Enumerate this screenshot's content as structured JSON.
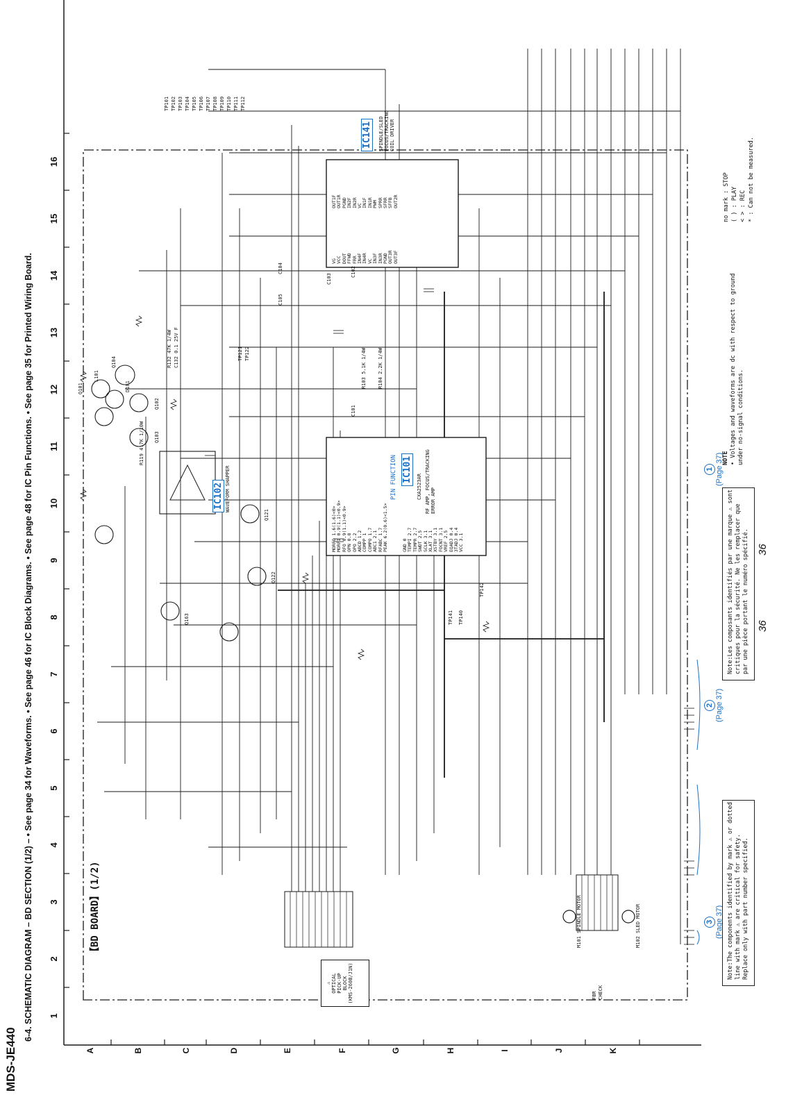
{
  "model": "MDS-JE440",
  "heading": "6-4. SCHEMATIC DIAGRAM – BD SECTION (1/2) – • See page 34 for Waveforms. • See page 46 for IC Block Diagrams. • See page 48 for IC Pin Functions. • See page 35 for Printed Wiring Board.",
  "board_title": "【BD BOARD】(1/2)",
  "row_labels": [
    "A",
    "B",
    "C",
    "D",
    "E",
    "F",
    "G",
    "H",
    "I",
    "J",
    "K"
  ],
  "col_labels": [
    "1",
    "2",
    "3",
    "4",
    "5",
    "6",
    "7",
    "8",
    "9",
    "10",
    "11",
    "12",
    "13",
    "14",
    "15",
    "16"
  ],
  "pickup": {
    "line1": "OPTICAL",
    "line2": "PICK-UP",
    "line3": "BLOCK",
    "line4": "(KMS-260B/J1N)"
  },
  "fbr_check": {
    "line1": "FBR",
    "line2": "CHECK"
  },
  "ic101": {
    "label": "IC101",
    "name": "CXA2523AR",
    "desc": "RF AMP, FOCUS/TRACKING ERROR AMP",
    "pin_function": "PIN FUNCTION",
    "right_pins": [
      {
        "name": "MORFO",
        "val": "1.6(1.6)<0>"
      },
      {
        "name": "MORFI",
        "val": "0.9(1.1)<0.9>"
      },
      {
        "name": "RFO",
        "val": "0.9(1.1)<0.9>"
      },
      {
        "name": "OPN",
        "val": "0.8"
      },
      {
        "name": "OPO",
        "val": "2.2"
      },
      {
        "name": "ABCD",
        "val": "1.2"
      },
      {
        "name": "COMPP",
        "val": "1"
      },
      {
        "name": "COMPO",
        "val": "1.7"
      },
      {
        "name": "ABC1",
        "val": "2.1"
      },
      {
        "name": "RFABC",
        "val": "1.7"
      },
      {
        "name": "PEAK",
        "val": "6.2(0.6)<1.5>"
      }
    ],
    "left_pins": [
      {
        "name": "GND",
        "val": "0"
      },
      {
        "name": "TEMPI",
        "val": "2.7"
      },
      {
        "name": "TEMPR",
        "val": "2.7"
      },
      {
        "name": "SWDT",
        "val": "2.5"
      },
      {
        "name": "SCLK",
        "val": "3.1"
      },
      {
        "name": "XLAT",
        "val": "3.1"
      },
      {
        "name": "XSTBY",
        "val": "3.1"
      },
      {
        "name": "FOCNT",
        "val": "3.1"
      },
      {
        "name": "VREF",
        "val": "2.5"
      },
      {
        "name": "EQADJ",
        "val": "0.4"
      },
      {
        "name": "3TADJ",
        "val": "0.4"
      },
      {
        "name": "VCC",
        "val": "3.1"
      }
    ]
  },
  "ic102": {
    "label": "IC102",
    "desc": "WAVEFORM SHAPPER"
  },
  "ic141": {
    "label": "IC141",
    "desc": "SPINDLE/SLED FOCUS/TRACKING COIL DRIVER",
    "pins_top": [
      "VG",
      "VCC",
      "DOUT",
      "FFWD",
      "FRR",
      "IN4F",
      "IN4R",
      "VC",
      "IN3F",
      "IN3R",
      "PGND",
      "OUT3R",
      "OUT3F"
    ],
    "pins_bottom": [
      "OUT1F",
      "OUT1R",
      "PGND",
      "IN2F",
      "IN2R",
      "VC",
      "IN1F",
      "IN1R",
      "PWM",
      "SPRR",
      "SFRR",
      "SFFB",
      "OUT2R"
    ]
  },
  "transistor_labels": [
    "Q101",
    "Q102",
    "Q103",
    "Q104",
    "Q121",
    "Q122",
    "Q163"
  ],
  "test_points": [
    "TP101",
    "TP102",
    "TP103",
    "TP104",
    "TP105",
    "TP106",
    "TP107",
    "TP108",
    "TP109",
    "TP110",
    "TP111",
    "TP112",
    "TP121",
    "TP122",
    "TP140",
    "TP141",
    "TP142"
  ],
  "component_refs": [
    "R104 2.2K 1/4W",
    "R103 5.1K 1/4W",
    "C101",
    "C102",
    "C103",
    "C104",
    "C105",
    "R132 47K 1/4W",
    "C132 0.1 25V F",
    "R119 4.7K 1/10W",
    "L101",
    "D101"
  ],
  "connector_groups": [
    {
      "circle": "1",
      "page": "(Page 37)"
    },
    {
      "circle": "2",
      "page": "(Page 37)"
    },
    {
      "circle": "3",
      "page": "(Page 37)"
    }
  ],
  "motors": [
    {
      "label": "M102 SLED MOTOR"
    },
    {
      "label": "M101 SPINDLE MOTOR"
    }
  ],
  "note_en": {
    "line1": "Note:The components identified by mark ⚠ or dotted",
    "line2": "line with mark ⚠ are critical for safety.",
    "line3": "Replace only with part number specified."
  },
  "note_fr": {
    "line1": "Note:Les composants identifiés par une marque ⚠ sont",
    "line2": "critiques pour la sécurité. Ne les remplacer que",
    "line3": "par une pièce portant le numéro spécifié."
  },
  "note_main": {
    "title": "NOTE",
    "line1": "• Voltages and waveforms are dc with respect to ground",
    "line2": "under no-signal conditions."
  },
  "legend": {
    "row1_sym": "no mark",
    "row1_txt": ": STOP",
    "row2_sym": "(  )",
    "row2_txt": ": PLAY",
    "row3_sym": "<  >",
    "row3_txt": ": REC",
    "row4_sym": "*",
    "row4_txt": ": Can not be measured."
  },
  "page_numbers": {
    "a": "36",
    "b": "36"
  },
  "colors": {
    "ink": "#1a1a1a",
    "accent": "#1a6fc4"
  }
}
